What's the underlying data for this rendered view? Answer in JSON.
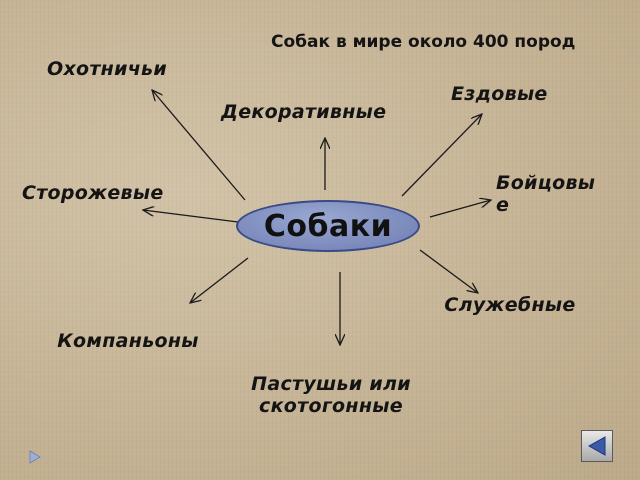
{
  "slide": {
    "center": "Собаки",
    "note": "Собак в мире около 400 пород",
    "categories": {
      "hunting": "Охотничьи",
      "decorative": "Декоративные",
      "sled": "Ездовые",
      "watch": "Сторожевые",
      "fighting": "Бойцовые",
      "service": "Служебные",
      "companion": "Компаньоны",
      "herding": "Пастушьи или скотогонные"
    }
  },
  "nav": {
    "back_icon": "triangle-left-icon"
  },
  "colors": {
    "background": "#c9b89d",
    "oval_fill": "#7f8dbf",
    "oval_border": "#394a86",
    "arrow": "#1a1a1a"
  }
}
